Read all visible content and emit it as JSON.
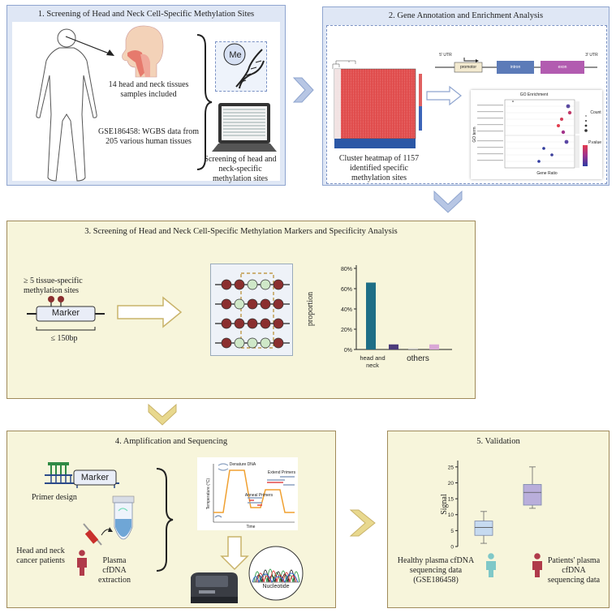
{
  "panel1": {
    "title": "1. Screening of Head and Neck Cell-Specific Methylation Sites",
    "samples_text": "14 head and neck tissues samples included",
    "dataset_text": "GSE186458: WGBS data from 205 various human tissues",
    "me_label": "Me",
    "screening_text": "Screening of head and neck-specific methylation sites"
  },
  "panel2": {
    "title": "2. Gene Annotation and Enrichment Analysis",
    "heatmap_caption": "Cluster heatmap of 1157 identified specific methylation sites",
    "utr5": "5' UTR",
    "utr3": "3' UTR",
    "promotor": "promotor",
    "intron": "intron",
    "exon": "exon",
    "go_title": "GO Enrichment",
    "go_xlabel": "Gene Ratio",
    "go_ylabel": "GO term",
    "go_legend_count": "Count",
    "go_legend_p": "P.value"
  },
  "panel3": {
    "title": "3. Screening of Head and Neck Cell-Specific Methylation Markers and Specificity Analysis",
    "sites_text": "≥ 5 tissue-specific methylation sites",
    "marker_label": "Marker",
    "length_text": "≤ 150bp",
    "chart_ylabel": "proportion",
    "chart_cat1": "head and neck",
    "chart_cat2": "others"
  },
  "panel4": {
    "title": "4. Amplification and Sequencing",
    "marker_label": "Marker",
    "primer_text": "Primer design",
    "patients_text": "Head and neck cancer patients",
    "plasma_text": "Plasma cfDNA extraction",
    "nucleotide_label": "Nucleotide",
    "pcr_denature": "Denature DNA",
    "pcr_anneal": "Anneal Primers",
    "pcr_extend": "Extend Primers",
    "pcr_xlabel": "Time",
    "pcr_ylabel": "Temperature (°C)"
  },
  "panel5": {
    "title": "5. Validation",
    "ylabel": "Signal",
    "healthy_text": "Healthy plasma cfDNA sequencing data (GSE186458)",
    "patients_text": "Patients' plasma cfDNA sequencing data"
  },
  "chart_data": [
    {
      "type": "bar",
      "categories": [
        "head and neck",
        "",
        "",
        "others"
      ],
      "values": [
        66,
        5,
        1,
        5
      ],
      "colors": [
        "#1e6e86",
        "#4b3b7a",
        "#c9c9c9",
        "#d9a8d6"
      ],
      "ylabel": "proportion",
      "yticks": [
        "0%",
        "20%",
        "40%",
        "60%",
        "80%"
      ],
      "ylim": [
        0,
        80
      ]
    },
    {
      "type": "box",
      "ylabel": "Signal",
      "yticks": [
        0,
        5,
        10,
        15,
        20,
        25
      ],
      "ylim": [
        0,
        27
      ],
      "boxes": [
        {
          "name": "Healthy",
          "whisker_low": 1,
          "q1": 3.5,
          "median": 6,
          "q3": 8,
          "whisker_high": 11,
          "color": "#c6daf0"
        },
        {
          "name": "Patients",
          "whisker_low": 12,
          "q1": 13,
          "median": 17,
          "q3": 19.5,
          "whisker_high": 25,
          "color": "#b9aedb"
        }
      ]
    }
  ],
  "colors": {
    "blue_panel": "#dfe7f5",
    "yellow_panel": "#f7f5db",
    "arrow_blue": "#8fa5cf",
    "arrow_yellow": "#c9b36a",
    "methyl": "#8b2f2f",
    "unmethyl": "#cfe8c8"
  }
}
